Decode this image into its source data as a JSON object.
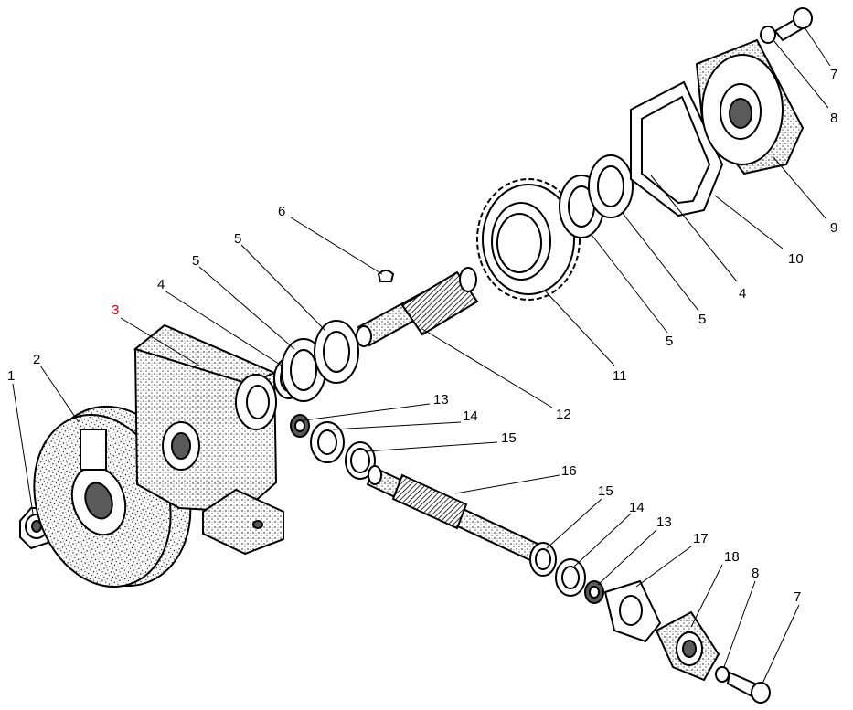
{
  "colors": {
    "ink": "#000000",
    "highlight": "#e00000",
    "paper": "#ffffff"
  },
  "callouts": [
    {
      "id": "c1",
      "text": "1",
      "highlight": false
    },
    {
      "id": "c2",
      "text": "2",
      "highlight": false
    },
    {
      "id": "c3",
      "text": "3",
      "highlight": true
    },
    {
      "id": "c4a",
      "text": "4",
      "highlight": false
    },
    {
      "id": "c5a",
      "text": "5",
      "highlight": false
    },
    {
      "id": "c5b",
      "text": "5",
      "highlight": false
    },
    {
      "id": "c6",
      "text": "6",
      "highlight": false
    },
    {
      "id": "c7a",
      "text": "7",
      "highlight": false
    },
    {
      "id": "c8a",
      "text": "8",
      "highlight": false
    },
    {
      "id": "c9",
      "text": "9",
      "highlight": false
    },
    {
      "id": "c10",
      "text": "10",
      "highlight": false
    },
    {
      "id": "c4b",
      "text": "4",
      "highlight": false
    },
    {
      "id": "c5c",
      "text": "5",
      "highlight": false
    },
    {
      "id": "c5d",
      "text": "5",
      "highlight": false
    },
    {
      "id": "c11",
      "text": "11",
      "highlight": false
    },
    {
      "id": "c12",
      "text": "12",
      "highlight": false
    },
    {
      "id": "c13a",
      "text": "13",
      "highlight": false
    },
    {
      "id": "c14a",
      "text": "14",
      "highlight": false
    },
    {
      "id": "c15a",
      "text": "15",
      "highlight": false
    },
    {
      "id": "c16",
      "text": "16",
      "highlight": false
    },
    {
      "id": "c15b",
      "text": "15",
      "highlight": false
    },
    {
      "id": "c14b",
      "text": "14",
      "highlight": false
    },
    {
      "id": "c13b",
      "text": "13",
      "highlight": false
    },
    {
      "id": "c17",
      "text": "17",
      "highlight": false
    },
    {
      "id": "c18",
      "text": "18",
      "highlight": false
    },
    {
      "id": "c8b",
      "text": "8",
      "highlight": false
    },
    {
      "id": "c7b",
      "text": "7",
      "highlight": false
    }
  ]
}
